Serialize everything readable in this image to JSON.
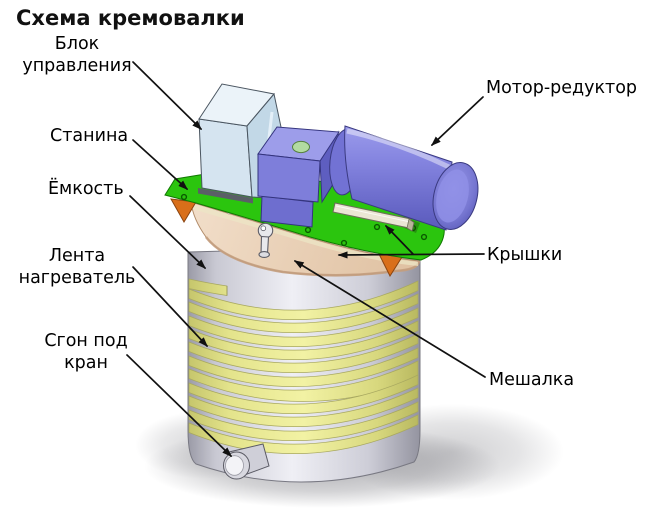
{
  "title": "Схема кремовалки",
  "labels": {
    "control_unit": {
      "line1": "Блок",
      "line2": "управления"
    },
    "frame": {
      "text": "Станина"
    },
    "tank": {
      "text": "Ёмкость"
    },
    "heater": {
      "line1": "Лента",
      "line2": "нагреватель"
    },
    "drain": {
      "line1": "Сгон под",
      "line2": "кран"
    },
    "motor": {
      "text": "Мотор-редуктор"
    },
    "lids": {
      "text": "Крышки"
    },
    "agitator": {
      "text": "Мешалка"
    }
  },
  "colors": {
    "frame_plate_green": "#2bc50e",
    "heater_band_yellow": "#ededa0",
    "tank_gray": "#dcdce4",
    "lid_beige": "#e8cfb4",
    "motor_blue": "#8585e0",
    "gearbox_purple": "#7e7eda",
    "control_unit_blue": "#d5e4f0",
    "bracket_orange": "#d96f1a",
    "knob_green": "#b2dba1",
    "label_text": "#000000"
  }
}
